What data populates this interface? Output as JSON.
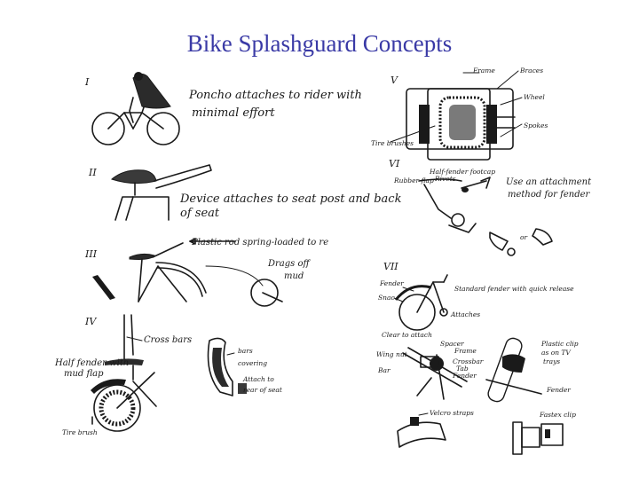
{
  "title": "Bike Splashguard Concepts",
  "concepts": {
    "i": {
      "numeral": "I",
      "caption_line1": "Poncho attaches to rider with",
      "caption_line2": "minimal effort"
    },
    "ii": {
      "numeral": "II",
      "caption_line1": "Device attaches to seat post and back",
      "caption_line2": "of seat"
    },
    "iii": {
      "numeral": "III",
      "caption": "Plastic rod spring-loaded to re",
      "callout": "Drags off",
      "callout2": "mud"
    },
    "iv": {
      "numeral": "IV",
      "crossbars": "Cross bars",
      "fender_line1": "Half fender with",
      "fender_line2": "mud flap",
      "brush": "Tire brush",
      "bars": "bars",
      "covering": "covering",
      "attach_line1": "Attach to",
      "attach_line2": "rear of seat"
    },
    "v": {
      "numeral": "V",
      "frame": "Frame",
      "braces": "Braces",
      "wheel": "Wheel",
      "spokes": "Spokes",
      "tire_brushes": "Tire brushes"
    },
    "vi": {
      "numeral": "VI",
      "half_fender": "Half-fender footcap",
      "rivets": "Rivets",
      "rubber_flap": "Rubber flap",
      "attach_line1": "Use an attachment",
      "attach_line2": "method for fender",
      "or": "or"
    },
    "vii": {
      "numeral": "VII",
      "fender": "Fender",
      "snac": "Snac",
      "standard": "Standard fender with quick release",
      "attaches": "Attaches"
    },
    "viii": {
      "clear": "Clear to attach",
      "spacer": "Spacer",
      "frame": "Frame",
      "crossbar": "Crossbar",
      "tab": "Tab",
      "fender": "Fender",
      "wing_nut": "Wing nut",
      "bar": "Bar",
      "plastic_line1": "Plastic clip",
      "plastic_line2": "as on TV",
      "plastic_line3": "trays",
      "fender2": "Fender",
      "velcro": "Velcro straps",
      "fastex": "Fastex clip"
    }
  }
}
